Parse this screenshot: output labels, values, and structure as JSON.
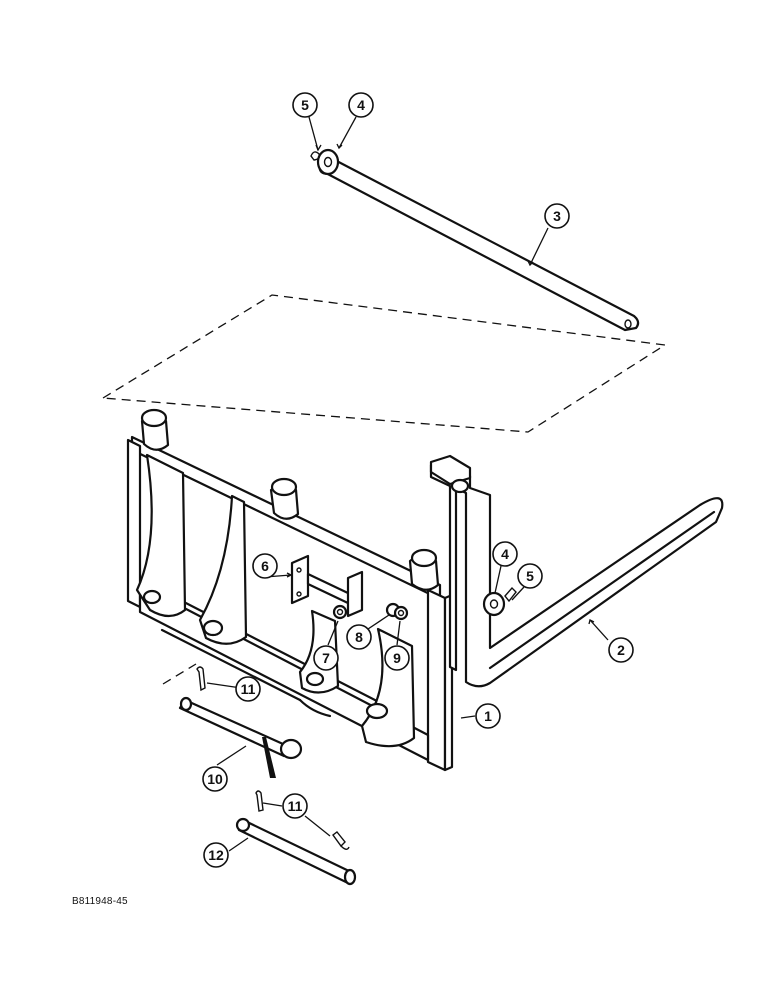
{
  "drawing_code": "B811948-45",
  "callouts": [
    {
      "id": "c1",
      "label": "1"
    },
    {
      "id": "c2",
      "label": "2"
    },
    {
      "id": "c3",
      "label": "3"
    },
    {
      "id": "c4a",
      "label": "4"
    },
    {
      "id": "c4b",
      "label": "4"
    },
    {
      "id": "c5a",
      "label": "5"
    },
    {
      "id": "c5b",
      "label": "5"
    },
    {
      "id": "c6",
      "label": "6"
    },
    {
      "id": "c7",
      "label": "7"
    },
    {
      "id": "c8",
      "label": "8"
    },
    {
      "id": "c9",
      "label": "9"
    },
    {
      "id": "c10",
      "label": "10"
    },
    {
      "id": "c11a",
      "label": "11"
    },
    {
      "id": "c11b",
      "label": "11"
    },
    {
      "id": "c12",
      "label": "12"
    }
  ]
}
